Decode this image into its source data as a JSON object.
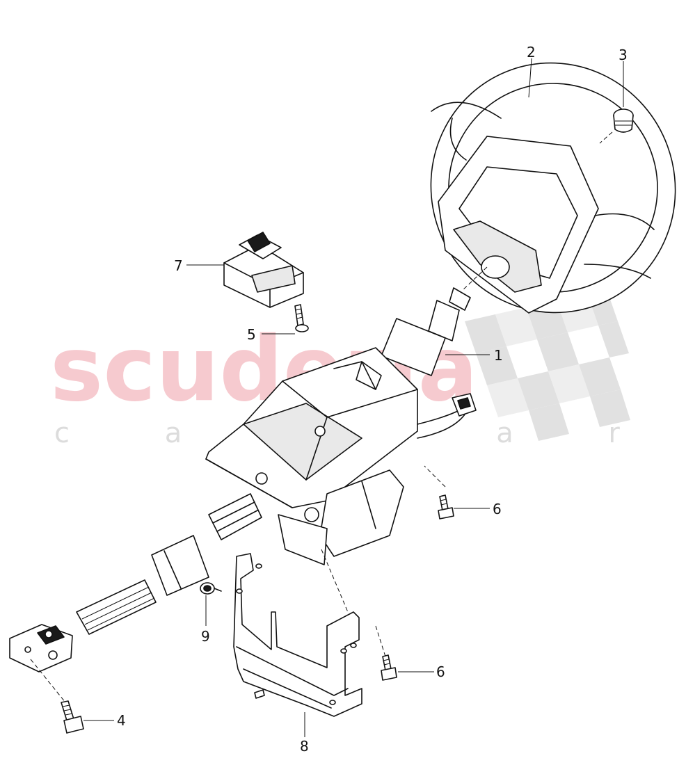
{
  "watermark": {
    "brand": "scuderia",
    "sub": "c a r p a r t s"
  },
  "callouts": [
    {
      "id": "1",
      "label": "1"
    },
    {
      "id": "2",
      "label": "2"
    },
    {
      "id": "3",
      "label": "3"
    },
    {
      "id": "4",
      "label": "4"
    },
    {
      "id": "5",
      "label": "5"
    },
    {
      "id": "6a",
      "label": "6"
    },
    {
      "id": "6b",
      "label": "6"
    },
    {
      "id": "7",
      "label": "7"
    },
    {
      "id": "8",
      "label": "8"
    },
    {
      "id": "9",
      "label": "9"
    }
  ],
  "colors": {
    "line": "#111111",
    "watermark_red": "#f4b9bf",
    "watermark_grey": "#d9d9d9"
  }
}
